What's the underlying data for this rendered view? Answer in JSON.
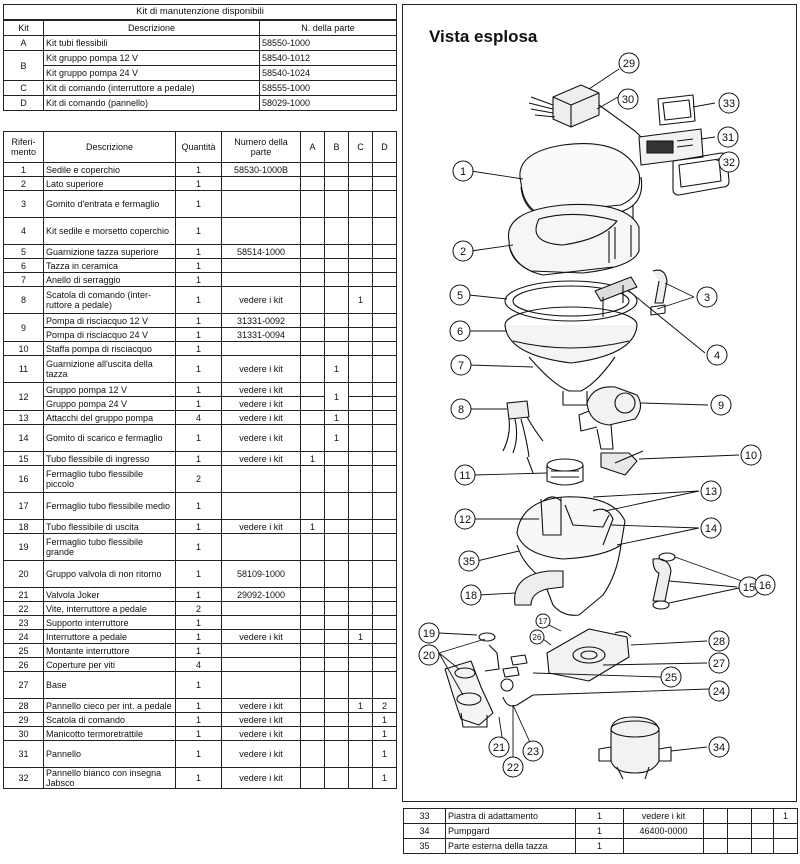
{
  "kits": {
    "title": "Kit di manutenzione disponibili",
    "headers": {
      "kit": "Kit",
      "descrizione": "Descrizione",
      "parte": "N. della parte"
    },
    "rows": [
      {
        "kit": "A",
        "desc": "Kit tubi flessibili",
        "part": "58550-1000"
      },
      {
        "kit": "B",
        "desc": "Kit gruppo pompa 12 V",
        "part": "58540-1012"
      },
      {
        "kit": "",
        "desc": "Kit gruppo pompa 24 V",
        "part": "58540-1024"
      },
      {
        "kit": "C",
        "desc": "Kit di comando (interruttore a pedale)",
        "part": "58555-1000"
      },
      {
        "kit": "D",
        "desc": "Kit di comando (pannello)",
        "part": "58029-1000"
      }
    ]
  },
  "parts": {
    "headers": {
      "rif": "Riferi-mento",
      "desc": "Descrizione",
      "qty": "Quantità",
      "num": "Numero della parte",
      "a": "A",
      "b": "B",
      "c": "C",
      "d": "D"
    },
    "rows": [
      {
        "ref": "1",
        "desc": "Sedile e coperchio",
        "qty": "1",
        "part": "58530-1000B",
        "a": "",
        "b": "",
        "c": "",
        "d": ""
      },
      {
        "ref": "2",
        "desc": "Lato superiore",
        "qty": "1",
        "part": "",
        "a": "",
        "b": "",
        "c": "",
        "d": ""
      },
      {
        "ref": "3",
        "desc": "Gomito d'entrata e fermaglio",
        "qty": "1",
        "part": "",
        "a": "",
        "b": "",
        "c": "",
        "d": ""
      },
      {
        "ref": "4",
        "desc": "Kit sedile e morsetto coperchio",
        "qty": "1",
        "part": "",
        "a": "",
        "b": "",
        "c": "",
        "d": ""
      },
      {
        "ref": "5",
        "desc": "Guarnizione tazza superiore",
        "qty": "1",
        "part": "58514-1000",
        "a": "",
        "b": "",
        "c": "",
        "d": ""
      },
      {
        "ref": "6",
        "desc": "Tazza in ceramica",
        "qty": "1",
        "part": "",
        "a": "",
        "b": "",
        "c": "",
        "d": ""
      },
      {
        "ref": "7",
        "desc": "Anello di serraggio",
        "qty": "1",
        "part": "",
        "a": "",
        "b": "",
        "c": "",
        "d": ""
      },
      {
        "ref": "8",
        "desc": "Scatola di comando (inter-ruttore a pedale)",
        "qty": "1",
        "part": "vedere i kit",
        "a": "",
        "b": "",
        "c": "1",
        "d": ""
      },
      {
        "ref": "9",
        "desc": "Pompa di risciacquo 12 V",
        "qty": "1",
        "part": "31331-0092",
        "a": "",
        "b": "",
        "c": "",
        "d": ""
      },
      {
        "ref": "",
        "desc": "Pompa di risciacquo 24 V",
        "qty": "1",
        "part": "31331-0094",
        "a": "",
        "b": "",
        "c": "",
        "d": ""
      },
      {
        "ref": "10",
        "desc": "Staffa pompa di risciacquo",
        "qty": "1",
        "part": "",
        "a": "",
        "b": "",
        "c": "",
        "d": ""
      },
      {
        "ref": "11",
        "desc": "Guarnizione all'uscita della tazza",
        "qty": "1",
        "part": "vedere i kit",
        "a": "",
        "b": "1",
        "c": "",
        "d": ""
      },
      {
        "ref": "12",
        "desc": "Gruppo pompa 12 V",
        "qty": "1",
        "part": "vedere i kit",
        "a": "",
        "b": "1",
        "c": "",
        "d": ""
      },
      {
        "ref": "",
        "desc": "Gruppo pompa 24 V",
        "qty": "1",
        "part": "vedere i kit",
        "a": "",
        "b": "",
        "c": "",
        "d": ""
      },
      {
        "ref": "13",
        "desc": "Attacchi del gruppo pompa",
        "qty": "4",
        "part": "vedere i kit",
        "a": "",
        "b": "1",
        "c": "",
        "d": ""
      },
      {
        "ref": "14",
        "desc": "Gomito di scarico e fermaglio",
        "qty": "1",
        "part": "vedere i kit",
        "a": "",
        "b": "1",
        "c": "",
        "d": ""
      },
      {
        "ref": "15",
        "desc": "Tubo flessibile di ingresso",
        "qty": "1",
        "part": "vedere i kit",
        "a": "1",
        "b": "",
        "c": "",
        "d": ""
      },
      {
        "ref": "16",
        "desc": "Fermaglio tubo flessibile piccolo",
        "qty": "2",
        "part": "",
        "a": "",
        "b": "",
        "c": "",
        "d": ""
      },
      {
        "ref": "17",
        "desc": "Fermaglio tubo flessibile medio",
        "qty": "1",
        "part": "",
        "a": "",
        "b": "",
        "c": "",
        "d": ""
      },
      {
        "ref": "18",
        "desc": "Tubo flessibile di uscita",
        "qty": "1",
        "part": "vedere i kit",
        "a": "1",
        "b": "",
        "c": "",
        "d": ""
      },
      {
        "ref": "19",
        "desc": "Fermaglio tubo flessibile grande",
        "qty": "1",
        "part": "",
        "a": "",
        "b": "",
        "c": "",
        "d": ""
      },
      {
        "ref": "20",
        "desc": "Gruppo valvola di non ritorno",
        "qty": "1",
        "part": "58109-1000",
        "a": "",
        "b": "",
        "c": "",
        "d": ""
      },
      {
        "ref": "21",
        "desc": "Valvola Joker",
        "qty": "1",
        "part": "29092-1000",
        "a": "",
        "b": "",
        "c": "",
        "d": ""
      },
      {
        "ref": "22",
        "desc": "Vite, interruttore a pedale",
        "qty": "2",
        "part": "",
        "a": "",
        "b": "",
        "c": "",
        "d": ""
      },
      {
        "ref": "23",
        "desc": "Supporto interruttore",
        "qty": "1",
        "part": "",
        "a": "",
        "b": "",
        "c": "",
        "d": ""
      },
      {
        "ref": "24",
        "desc": "Interruttore a pedale",
        "qty": "1",
        "part": "vedere i kit",
        "a": "",
        "b": "",
        "c": "1",
        "d": ""
      },
      {
        "ref": "25",
        "desc": "Montante interruttore",
        "qty": "1",
        "part": "",
        "a": "",
        "b": "",
        "c": "",
        "d": ""
      },
      {
        "ref": "26",
        "desc": "Coperture per viti",
        "qty": "4",
        "part": "",
        "a": "",
        "b": "",
        "c": "",
        "d": ""
      },
      {
        "ref": "27",
        "desc": "Base",
        "qty": "1",
        "part": "",
        "a": "",
        "b": "",
        "c": "",
        "d": ""
      },
      {
        "ref": "28",
        "desc": "Pannello cieco per int. a pedale",
        "qty": "1",
        "part": "vedere i kit",
        "a": "",
        "b": "",
        "c": "1",
        "d": "2"
      },
      {
        "ref": "29",
        "desc": "Scatola di comando",
        "qty": "1",
        "part": "vedere i kit",
        "a": "",
        "b": "",
        "c": "",
        "d": "1"
      },
      {
        "ref": "30",
        "desc": "Manicotto termoretrattile",
        "qty": "1",
        "part": "vedere i kit",
        "a": "",
        "b": "",
        "c": "",
        "d": "1"
      },
      {
        "ref": "31",
        "desc": "Pannello",
        "qty": "1",
        "part": "vedere i kit",
        "a": "",
        "b": "",
        "c": "",
        "d": "1"
      },
      {
        "ref": "32",
        "desc": "Pannello bianco con insegna Jabsco",
        "qty": "1",
        "part": "vedere i kit",
        "a": "",
        "b": "",
        "c": "",
        "d": "1"
      }
    ]
  },
  "extra_parts": [
    {
      "ref": "33",
      "desc": "Piastra di adattamento",
      "qty": "1",
      "part": "vedere i kit",
      "a": "",
      "b": "",
      "c": "",
      "d": "1"
    },
    {
      "ref": "34",
      "desc": "Pumpgard",
      "qty": "1",
      "part": "46400-0000",
      "a": "",
      "b": "",
      "c": "",
      "d": ""
    },
    {
      "ref": "35",
      "desc": "Parte esterna della tazza",
      "qty": "1",
      "part": "",
      "a": "",
      "b": "",
      "c": "",
      "d": ""
    }
  ],
  "diagram": {
    "title": "Vista esplosa",
    "callouts": [
      "29",
      "30",
      "33",
      "31",
      "32",
      "1",
      "2",
      "3",
      "5",
      "4",
      "6",
      "7",
      "8",
      "9",
      "10",
      "11",
      "13",
      "12",
      "14",
      "35",
      "15",
      "16",
      "18",
      "17",
      "26",
      "28",
      "19",
      "20",
      "27",
      "25",
      "24",
      "21",
      "23",
      "22",
      "34"
    ]
  }
}
